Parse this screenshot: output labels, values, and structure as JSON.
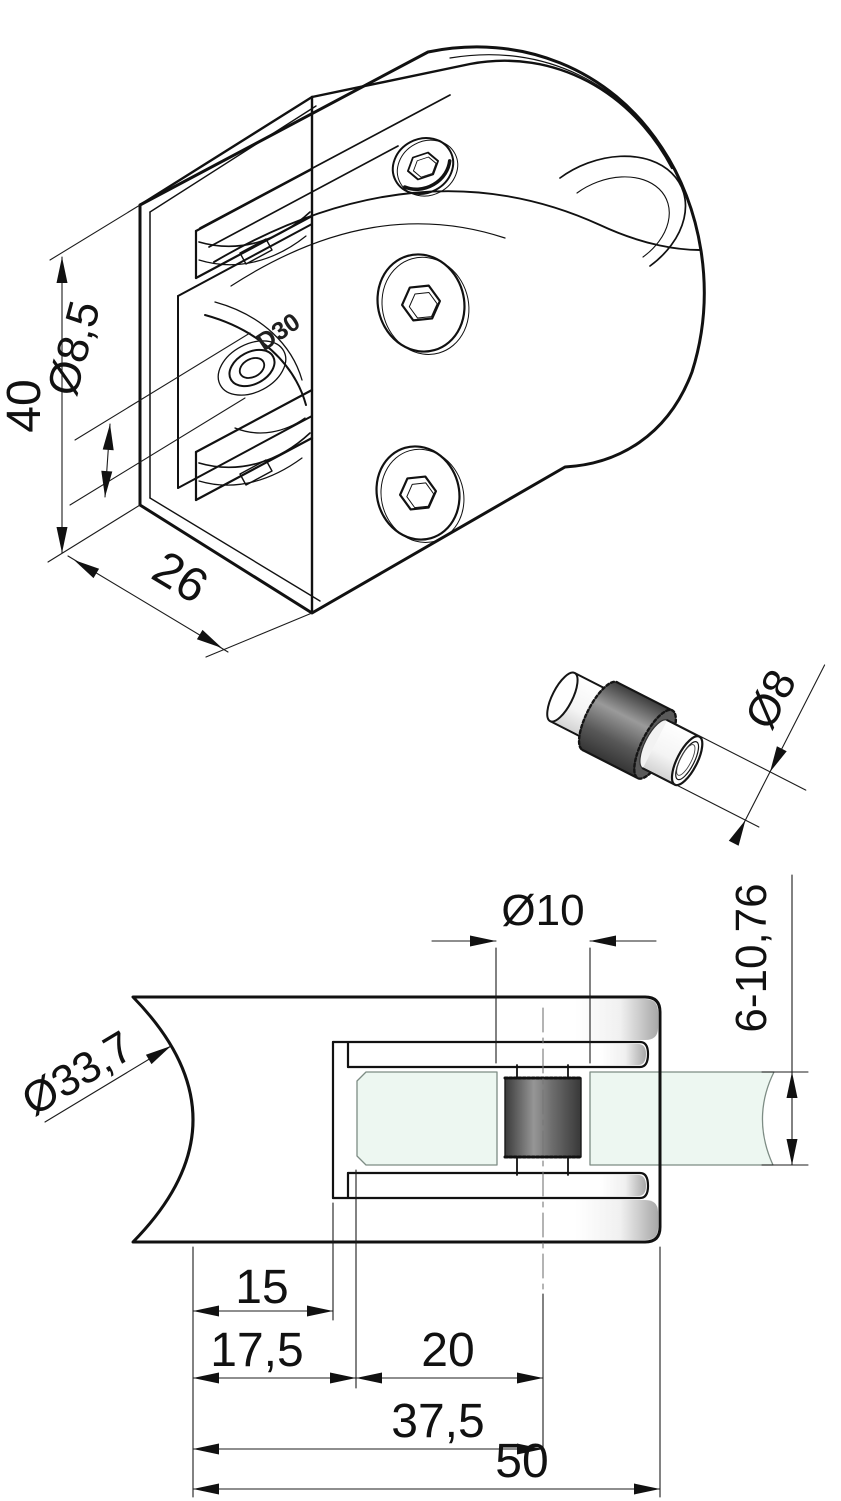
{
  "drawing": {
    "type": "technical-drawing",
    "part": "glass-clamp",
    "views": {
      "isometric": {
        "dim_height": "40",
        "dim_bore": "Ø8,5",
        "dim_depth": "26",
        "embossed_text": "D30"
      },
      "pin_detail": {
        "dim_pin_diameter": "Ø8"
      },
      "section": {
        "dim_hole": "Ø10",
        "dim_glass_thickness": "6-10,76",
        "dim_tube_saddle": "Ø33,7",
        "dim_slot_depth": "15",
        "dim_to_glass": "17,5",
        "dim_glass_to_pin": "20",
        "dim_to_pin_center": "37,5",
        "dim_overall_width": "50"
      }
    },
    "colors": {
      "line": "#111111",
      "glass_fill": "#edf7f1",
      "rubber_dark": "#3d3d3d",
      "rubber_light": "#9a9a9a",
      "shading": "#ababab"
    }
  }
}
